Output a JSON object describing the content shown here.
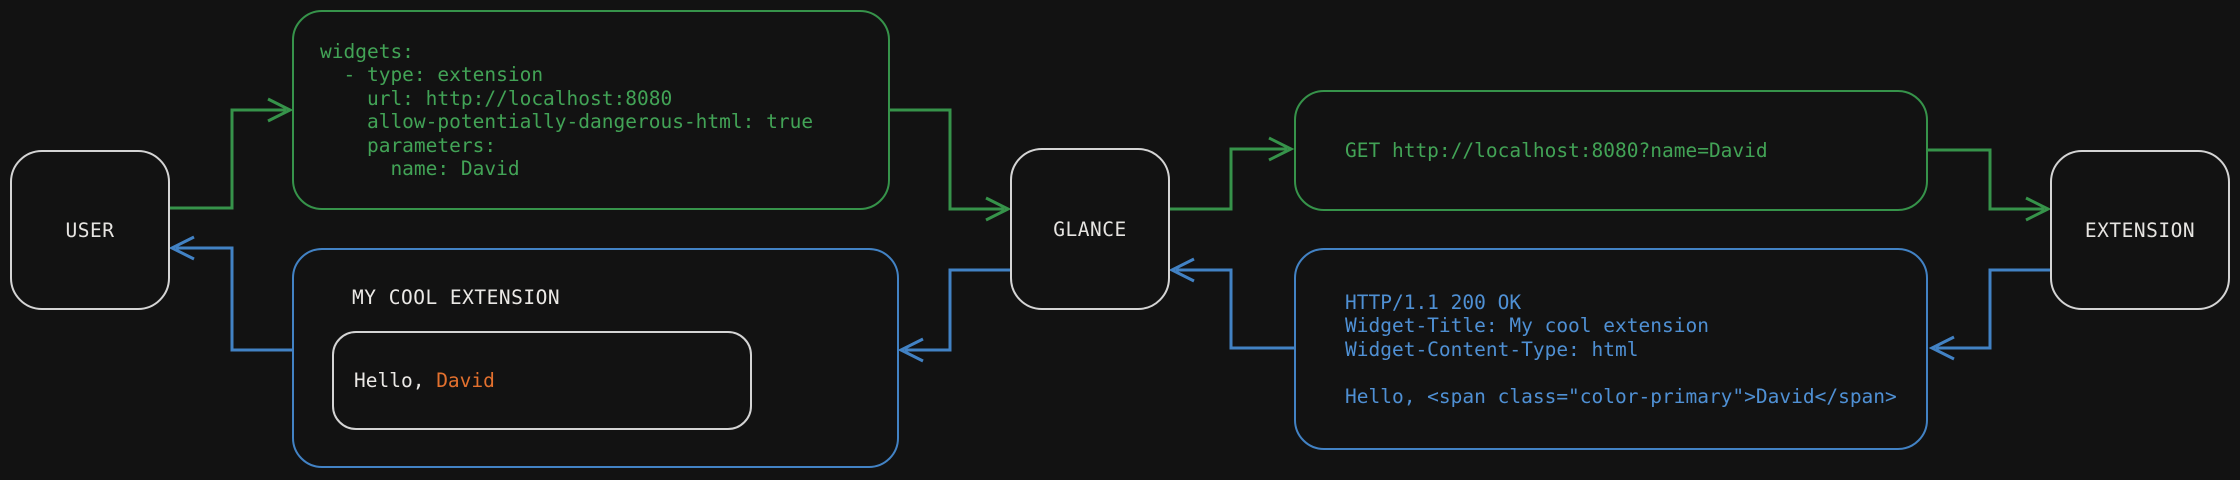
{
  "colors": {
    "background": "#121212",
    "green": "#36934a",
    "blue": "#4282c4",
    "orange": "#e2702e",
    "node_border": "#d4d4d4",
    "text": "#ebe9e6"
  },
  "nodes": {
    "user": {
      "label": "USER"
    },
    "glance": {
      "label": "GLANCE"
    },
    "extension": {
      "label": "EXTENSION"
    }
  },
  "config_box": {
    "yaml": [
      "widgets:",
      "  - type: extension",
      "    url: http://localhost:8080",
      "    allow-potentially-dangerous-html: true",
      "    parameters:",
      "      name: David"
    ]
  },
  "request_box": {
    "text": "GET http://localhost:8080?name=David"
  },
  "response_box": {
    "lines": [
      "HTTP/1.1 200 OK",
      "Widget-Title: My cool extension",
      "Widget-Content-Type: html",
      "",
      "Hello, <span class=\"color-primary\">David</span>"
    ]
  },
  "widget_box": {
    "title": "MY COOL EXTENSION",
    "hello_prefix": "Hello, ",
    "hello_name": "David"
  }
}
